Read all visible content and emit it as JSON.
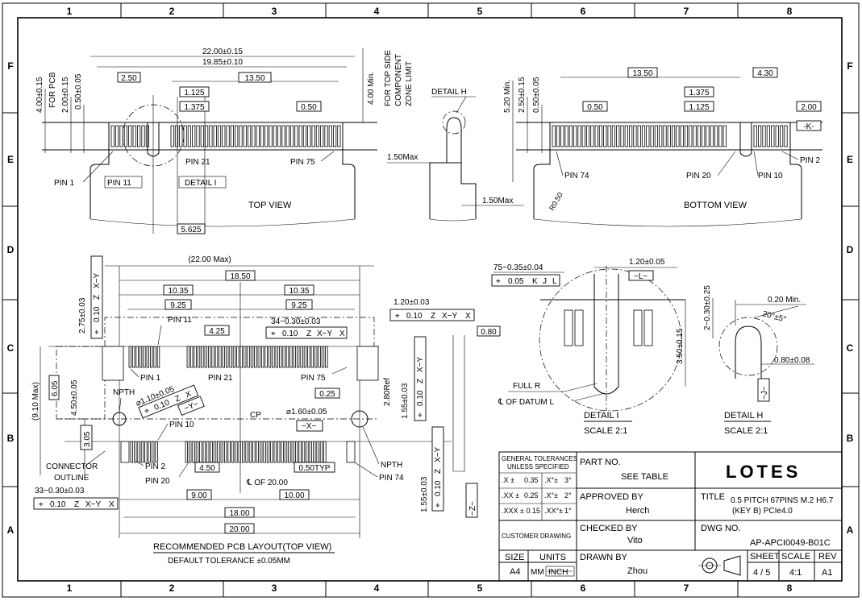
{
  "border": {
    "columns": [
      "1",
      "2",
      "3",
      "4",
      "5",
      "6",
      "7",
      "8"
    ],
    "rows": [
      "F",
      "E",
      "D",
      "C",
      "B",
      "A"
    ]
  },
  "top_view": {
    "label": "TOP  VIEW",
    "dims": {
      "overall": "22.00±0.15",
      "inner": "19.85±0.10",
      "d250": "2.50",
      "d1350": "13.50",
      "d1125": "1.125",
      "d1375": "1.375",
      "d050": "0.50",
      "d5625": "5.625",
      "h400": "4.00±0.15",
      "for_pcb": "FOR PCB",
      "h200": "2.00±0.15",
      "h050": "0.50±0.05",
      "h400min": "4.00 Min.",
      "zone1": "FOR TOP SIDE",
      "zone2": "COMPONENT",
      "zone3": "ZONE LIMIT"
    },
    "pins": {
      "pin1": "PIN  1",
      "pin11": "PIN  11",
      "pin21": "PIN  21",
      "pin75": "PIN  75",
      "detail_i": "DETAIL  I"
    }
  },
  "side_view": {
    "detail_h": "DETAIL  H",
    "d150a": "1.50Max",
    "d150b": "1.50Max"
  },
  "bottom_view": {
    "label": "BOTTOM  VIEW",
    "dims": {
      "d1350": "13.50",
      "d430": "4.30",
      "d1375": "1.375",
      "d050": "0.50",
      "d1125": "1.125",
      "d200": "2.00",
      "k": "-K-",
      "h520": "5.20 Min.",
      "h250": "2.50±0.15",
      "h050": "0.50±0.05",
      "r050": "R0.50"
    },
    "pins": {
      "pin74": "PIN  74",
      "pin20": "PIN  20",
      "pin10": "PIN  10",
      "pin2": "PIN  2"
    }
  },
  "pcb_layout": {
    "dims": {
      "max22": "(22.00  Max)",
      "d1850": "18.50",
      "d1035a": "10.35",
      "d1035b": "10.35",
      "d925a": "9.25",
      "d925b": "9.25",
      "d425": "4.25",
      "d34": "34−0.30±0.03",
      "d120": "1.20±0.03",
      "d080": "0.80",
      "d275": "2.75±0.03",
      "d605": "6.05",
      "d450": "4.50±0.05",
      "d910": "(9.10  Max)",
      "d305": "3.05",
      "d025": "0.25",
      "d280": "2.80Ref",
      "d155a": "1.55±0.03",
      "d155b": "1.55±0.03",
      "d110": "⌀1.10±0.05",
      "d160": "⌀1.60±0.05",
      "d33": "33−0.30±0.03",
      "d450b": "4.50",
      "d050typ": "0.50TYP",
      "d900": "9.00",
      "d1000": "10.00",
      "d1800": "18.00",
      "d2000": "20.00",
      "cl20": "℄  OF  20.00"
    },
    "labels": {
      "pin11": "PIN  11",
      "pin1": "PIN  1",
      "pin21": "PIN  21",
      "pin75": "PIN  75",
      "pin10": "PIN  10",
      "pin2": "PIN  2",
      "pin20": "PIN  20",
      "pin74": "PIN  74",
      "npth1": "NPTH",
      "npth2": "NPTH",
      "cp": "CP",
      "outline1": "CONNECTOR",
      "outline2": "OUTLINE",
      "x": "−X−",
      "y": "−Y−",
      "z": "−Z−",
      "title1": "RECOMMENDED  PCB  LAYOUT(TOP  VIEW)",
      "title2": "DEFAULT  TOLERANCE  ±0.05MM"
    },
    "fcf": {
      "sym": "⌖",
      "v010": "0.10",
      "z": "Z",
      "x": "X",
      "y": "Y",
      "xy": "X−Y"
    }
  },
  "detail_i": {
    "d75": "75−0.35±0.04",
    "fcf005": "0.05",
    "k": "K",
    "j": "J",
    "l": "L",
    "d120": "1.20±0.05",
    "lbox": "−L−",
    "d350": "3.50±0.15",
    "full_r": "FULL  R",
    "datum": "℄  OF  DATUM  L",
    "title": "DETAIL  I",
    "scale": "SCALE  2:1"
  },
  "detail_h": {
    "d2": "2−0.30±0.25",
    "d020": "0.20 Min.",
    "angle": "20°±5°",
    "d080": "0.80±0.08",
    "j": "−J−",
    "title": "DETAIL  H",
    "scale": "SCALE  2:1"
  },
  "title_block": {
    "tol_title1": "GENERAL TOLERANCES",
    "tol_title2": "UNLESS  SPECIFIED",
    "tol": [
      {
        "a": ".X ±",
        "b": "0.35",
        "c": ".X°±",
        "d": "3°"
      },
      {
        "a": ".XX ±",
        "b": "0.25",
        "c": ".X°±",
        "d": "2°"
      },
      {
        "a": ".XXX ± 0.15",
        "b": "",
        "c": ".XX°±",
        "d": "1°"
      }
    ],
    "part_no_label": "PART NO.",
    "part_no": "SEE TABLE",
    "logo": "LOTES",
    "approved_label": "APPROVED BY",
    "approved": "Herch",
    "title_label": "TITLE",
    "title1": "0.5 PITCH 67PINS M.2 H6.7",
    "title2": "(KEY B) PCIe4.0",
    "customer_label": "CUSTOMER DRAWING",
    "checked_label": "CHECKED BY",
    "checked": "Vito",
    "dwg_label": "DWG NO.",
    "dwg": "AP-APCI0049-B01C",
    "size_label": "SIZE",
    "size": "A4",
    "units_label": "UNITS",
    "units_mm": "MM",
    "units_inch": "INCH",
    "drawn_label": "DRAWN BY",
    "drawn": "Zhou",
    "sheet_label": "SHEET",
    "sheet": "4 / 5",
    "scale_label": "SCALE",
    "scale": "4:1",
    "rev_label": "REV",
    "rev": "A1"
  }
}
